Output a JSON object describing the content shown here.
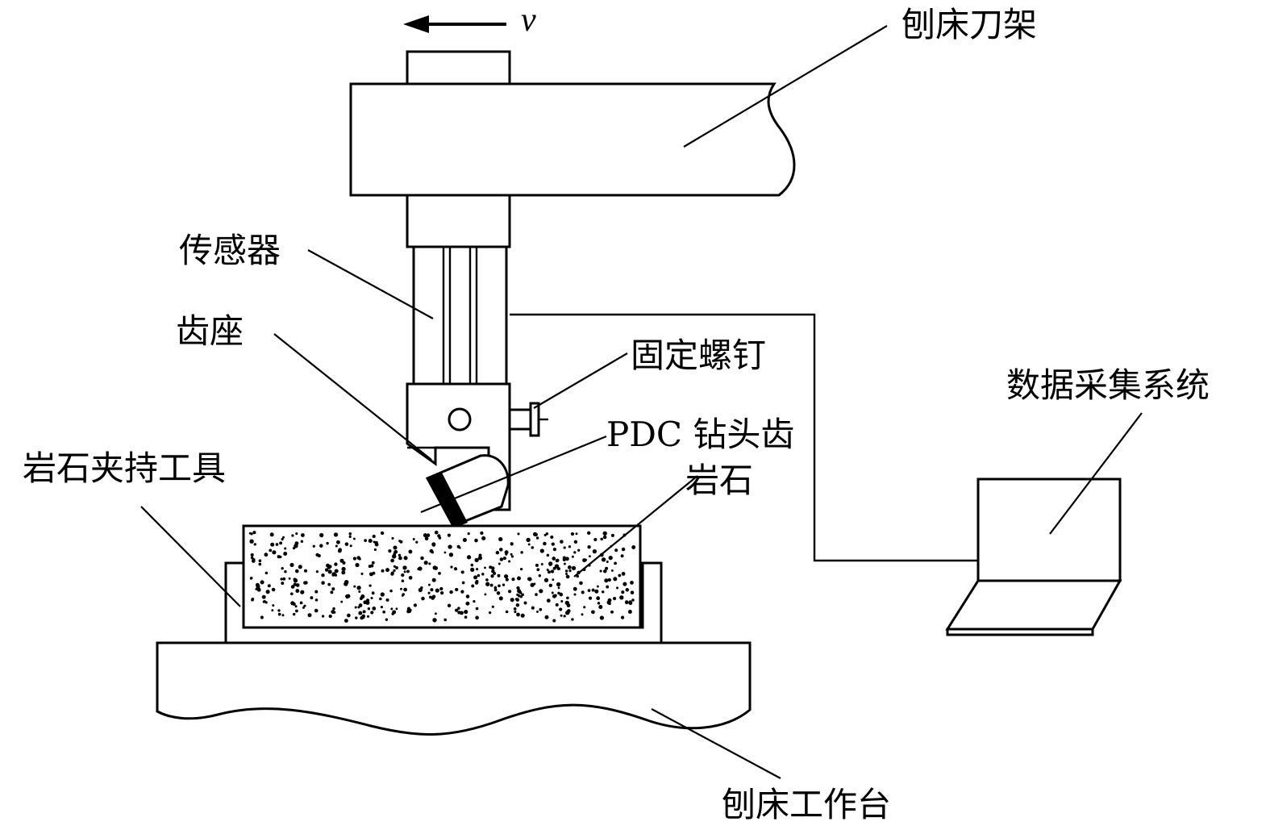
{
  "labels": {
    "velocity": "v",
    "planer_tool_holder": "刨床刀架",
    "sensor": "传感器",
    "tooth_seat": "齿座",
    "fixing_screw": "固定螺钉",
    "pdc_cutter": "PDC 钻头齿",
    "rock": "岩石",
    "rock_clamp": "岩石夹持工具",
    "data_acquisition": "数据采集系统",
    "planer_table": "刨床工作台"
  }
}
